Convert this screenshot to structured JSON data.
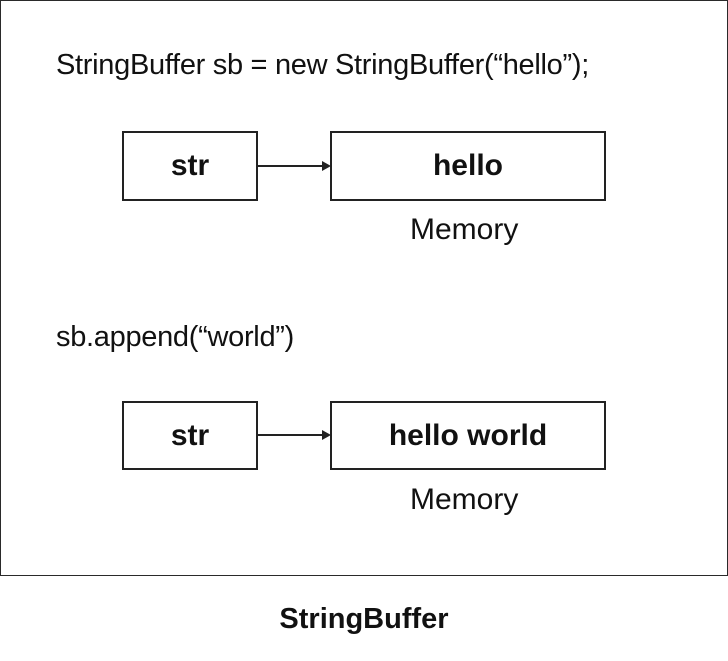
{
  "diagram": {
    "caption": "StringBuffer",
    "step1": {
      "code": "StringBuffer sb = new StringBuffer(“hello”);",
      "ref_label": "str",
      "value": "hello",
      "memory_label": "Memory"
    },
    "step2": {
      "code": "sb.append(“world”)",
      "ref_label": "str",
      "value": "hello world",
      "memory_label": "Memory"
    }
  }
}
